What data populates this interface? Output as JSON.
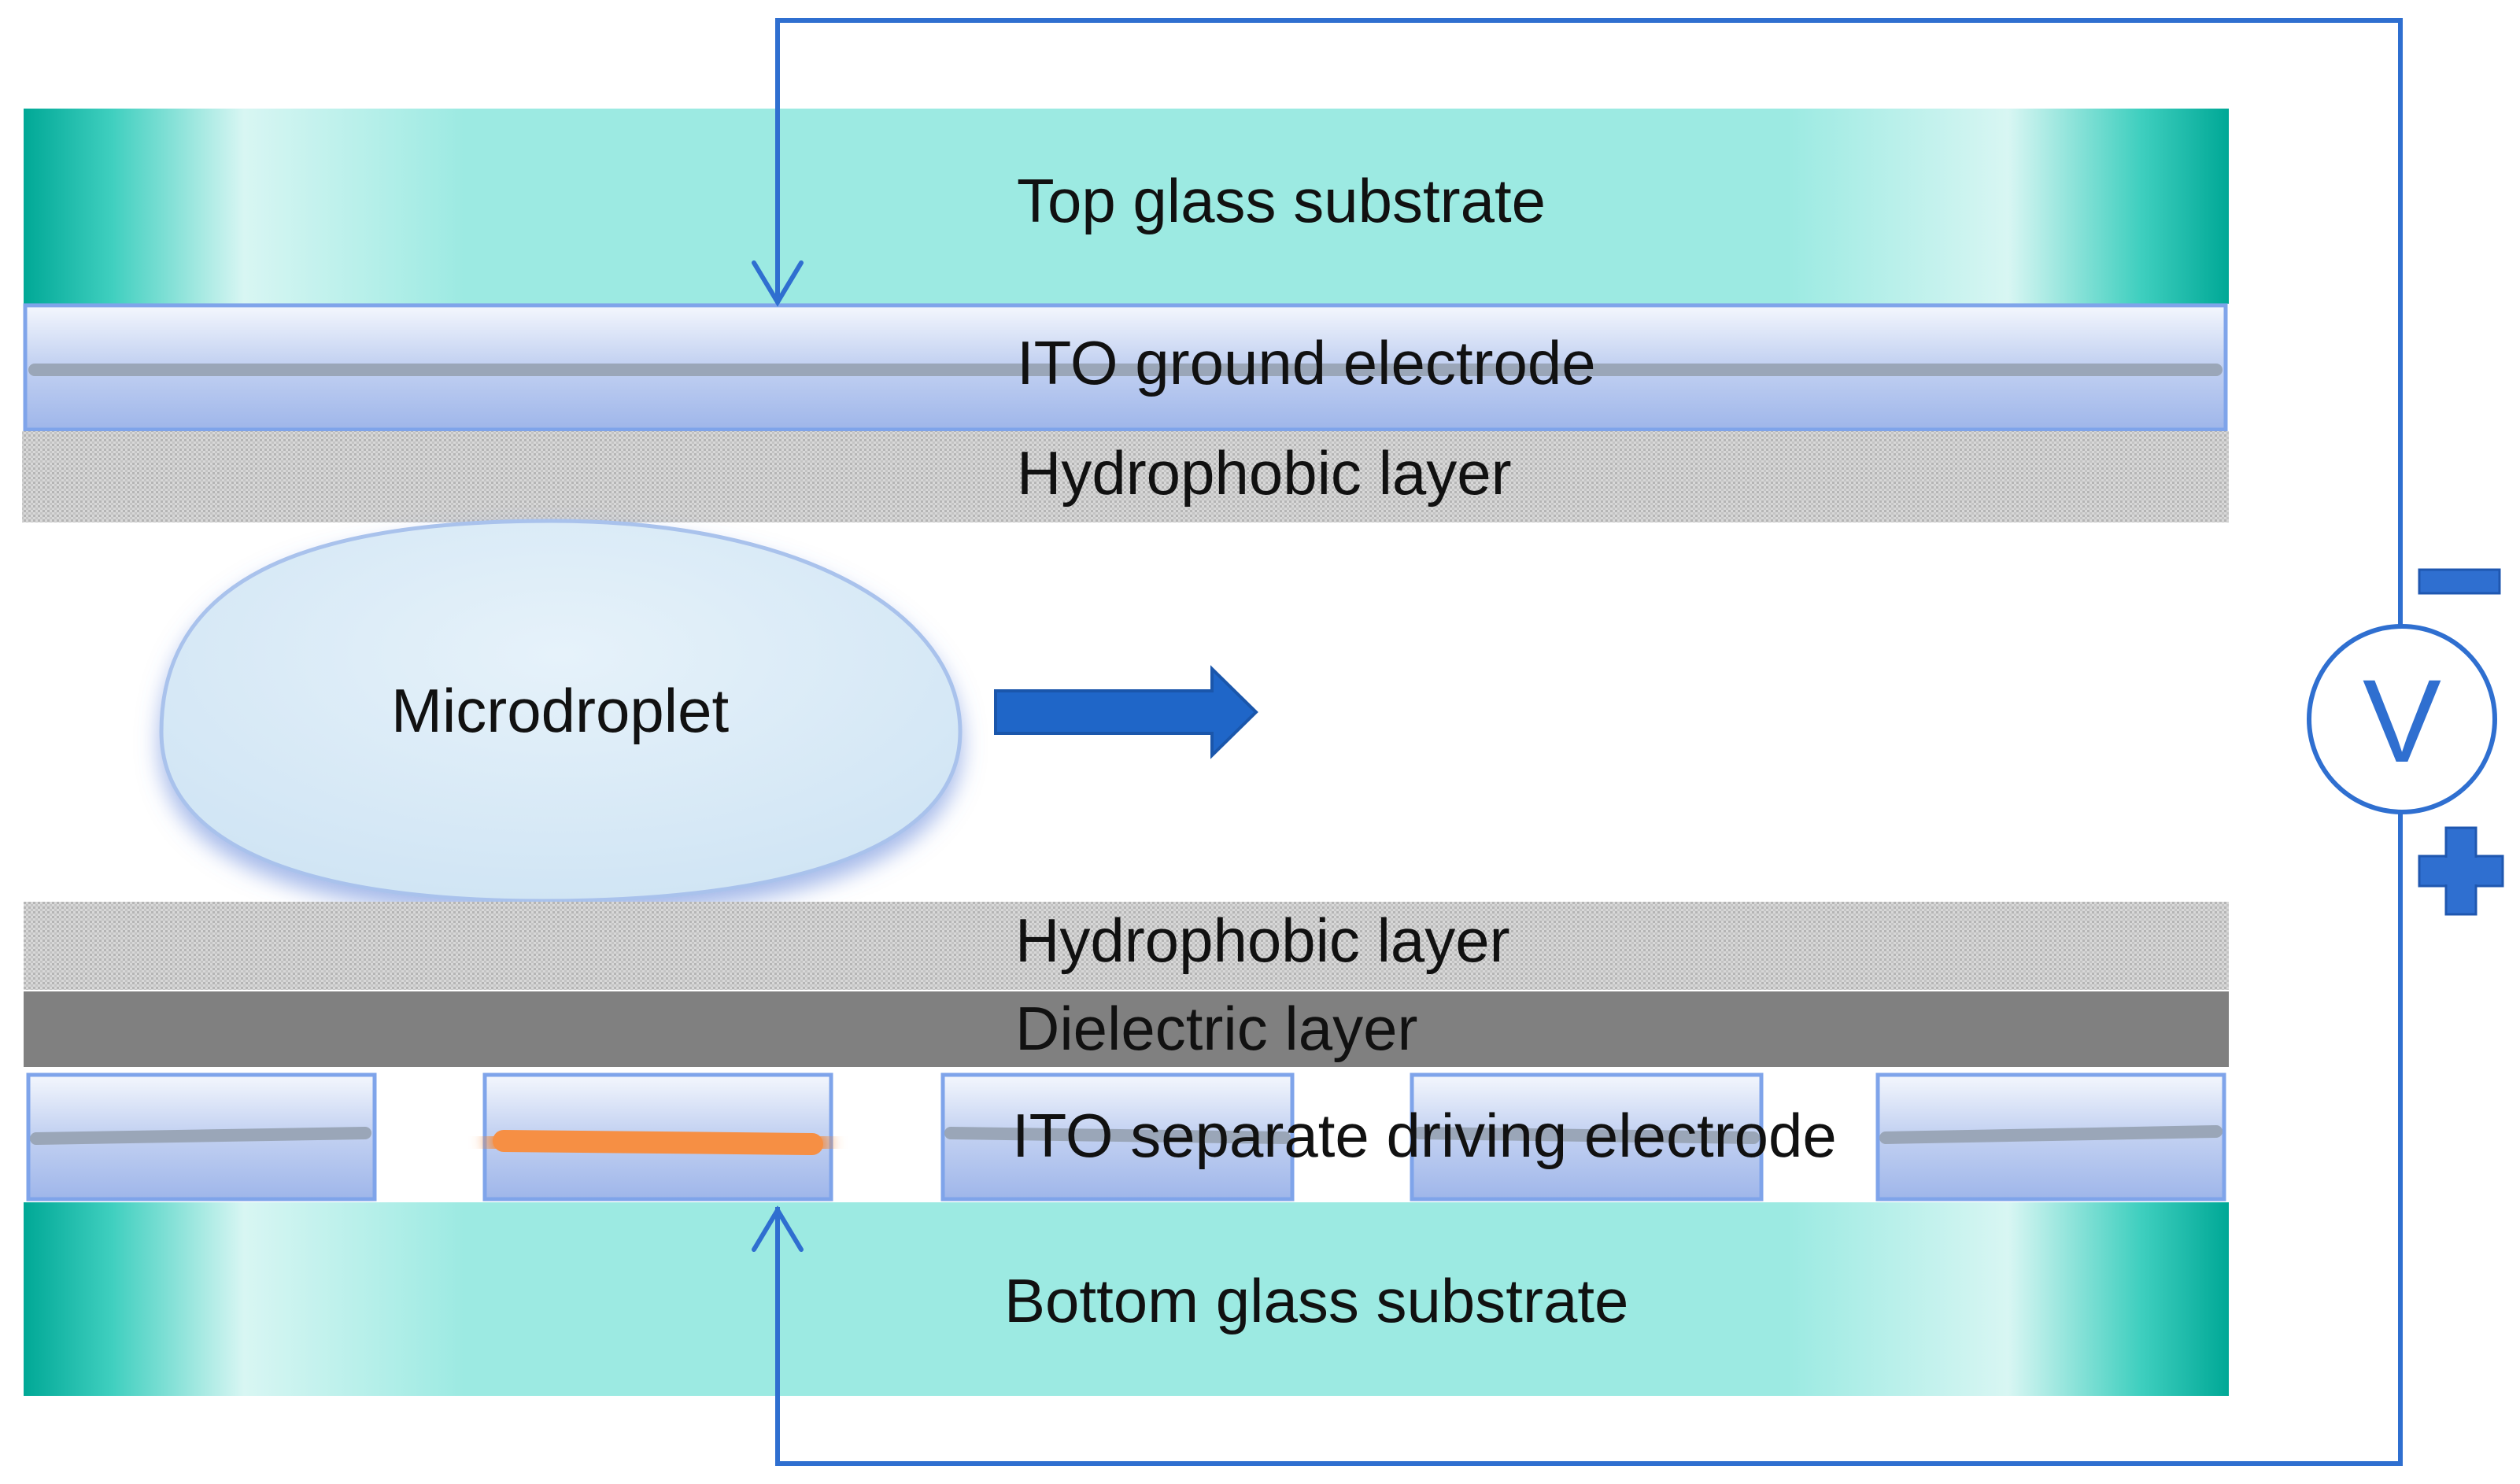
{
  "labels": {
    "top_glass": "Top glass substrate",
    "ito_ground": "ITO ground electrode",
    "hydrophobic_top": "Hydrophobic layer",
    "microdroplet": "Microdroplet",
    "hydrophobic_bottom": "Hydrophobic layer",
    "dielectric": "Dielectric layer",
    "ito_driving": "ITO separate driving electrode",
    "bottom_glass": "Bottom glass substrate",
    "voltmeter": "V"
  },
  "colors": {
    "glass_teal": "#00b3a0",
    "glass_light": "#9eeae3",
    "ito_blue": "#b7c9ef",
    "hydrophobic_gray": "#c9c9c9",
    "dielectric_gray": "#808080",
    "droplet_fill": "#d4e8f5",
    "circuit_blue": "#2f6fd0",
    "arrow_blue": "#1f66c8",
    "active_electrode": "#f58a3a"
  },
  "icons": {
    "motion_arrow": "arrow-right-icon",
    "polarity_negative": "minus-icon",
    "polarity_positive": "plus-icon"
  }
}
